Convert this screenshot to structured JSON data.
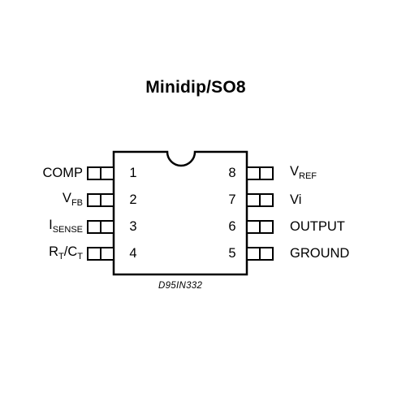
{
  "title": "Minidip/SO8",
  "part_code": "D95IN332",
  "pins_left": [
    {
      "number": "1",
      "name_main": "COMP",
      "name_sub": ""
    },
    {
      "number": "2",
      "name_main": "V",
      "name_sub": "FB"
    },
    {
      "number": "3",
      "name_main": "I",
      "name_sub": "SENSE"
    },
    {
      "number": "4",
      "name_main": "R",
      "name_sub": "T",
      "name_sep": "/C",
      "name_sub2": "T"
    }
  ],
  "pins_right": [
    {
      "number": "8",
      "name_main": "V",
      "name_sub": "REF"
    },
    {
      "number": "7",
      "name_main": "Vi",
      "name_sub": ""
    },
    {
      "number": "6",
      "name_main": "OUTPUT",
      "name_sub": ""
    },
    {
      "number": "5",
      "name_main": "GROUND",
      "name_sub": ""
    }
  ]
}
